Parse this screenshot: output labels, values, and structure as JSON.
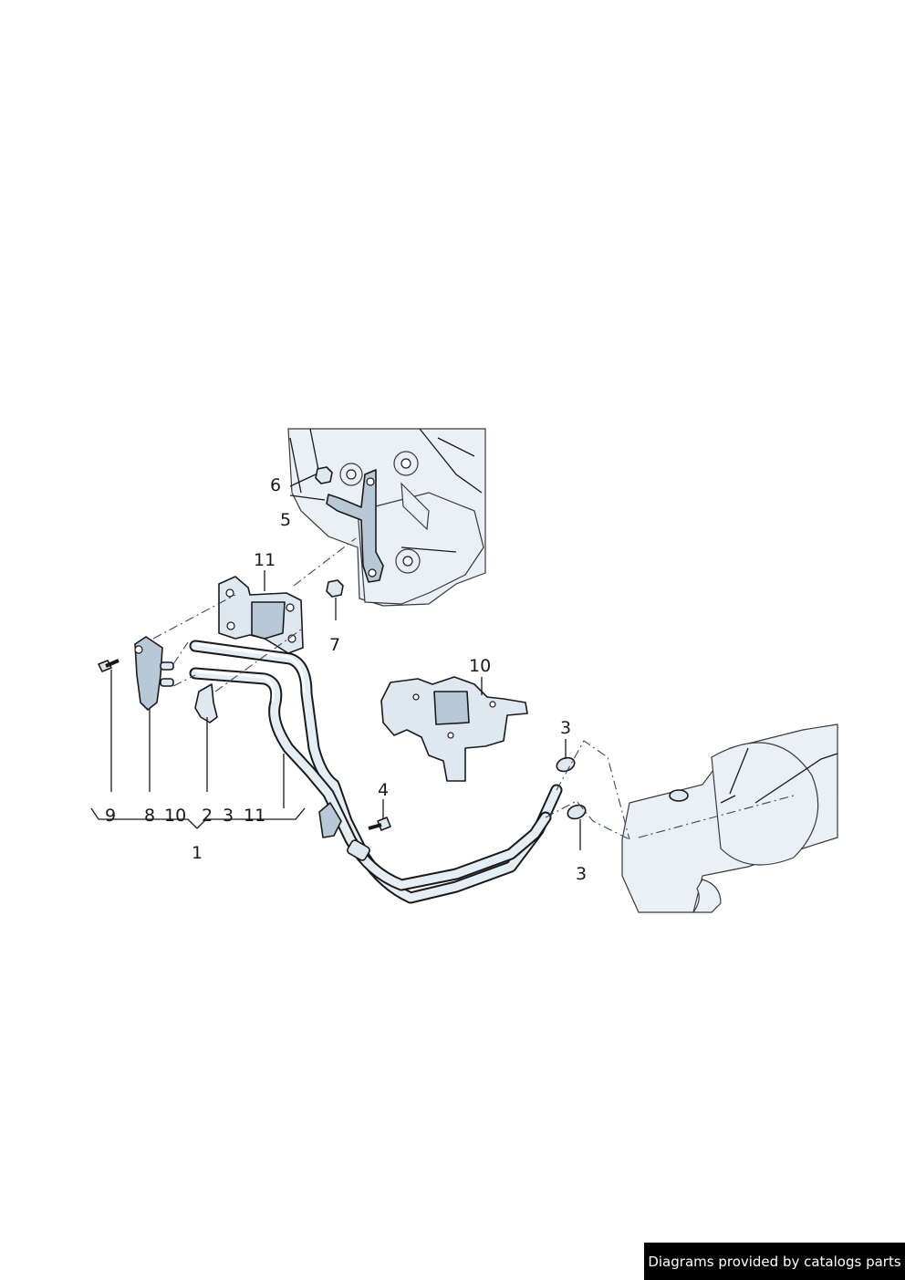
{
  "callouts": {
    "c1": "1",
    "c3a": "3",
    "c3b": "3",
    "c4": "4",
    "c5": "5",
    "c6": "6",
    "c7": "7",
    "c10": "10",
    "c11": "11"
  },
  "legend_group": {
    "items": [
      "9",
      "8",
      "10",
      "2",
      "3",
      "11"
    ]
  },
  "footer": {
    "text": "Diagrams provided by catalogs parts"
  },
  "colors": {
    "part_fill": "#dfe8f0",
    "line": "#1a1a1a",
    "footer_bg": "#000000"
  }
}
